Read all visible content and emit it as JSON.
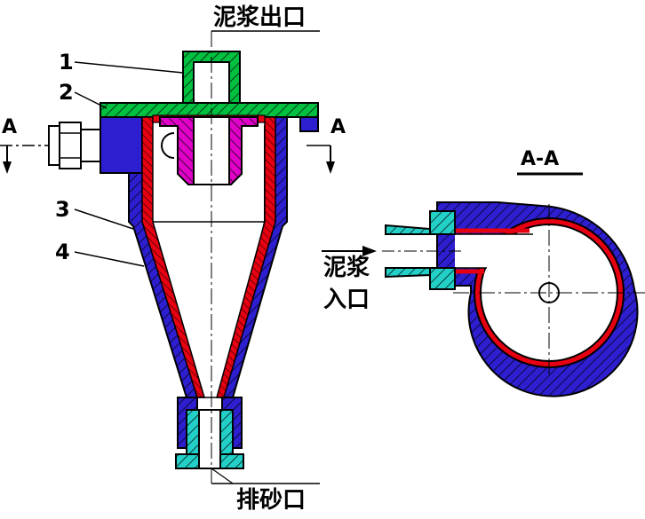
{
  "labels": {
    "slurry_outlet": "泥浆出口",
    "slurry_inlet_line1": "泥浆",
    "slurry_inlet_line2": "入口",
    "sand_outlet": "排砂口",
    "section_title": "A-A",
    "section_mark_left": "A",
    "section_mark_right": "A"
  },
  "part_numbers": [
    "1",
    "2",
    "3",
    "4"
  ],
  "colors": {
    "outer_shell": "#2d1ecf",
    "liner": "#e60012",
    "top_cover": "#00c040",
    "overflow_pipe": "#e000c8",
    "fittings": "#22d0c8",
    "line": "#000000"
  }
}
